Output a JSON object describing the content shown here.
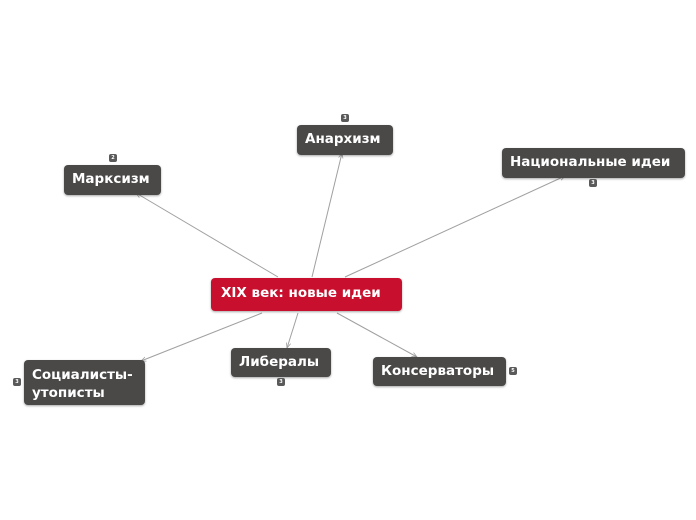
{
  "root": {
    "label": "XIX век: новые идеи",
    "color": "#c8102e"
  },
  "topic_color": "#4a4948",
  "topics": [
    {
      "id": "marxism",
      "label": "Марксизм",
      "count": "2"
    },
    {
      "id": "anarchism",
      "label": "Анархизм",
      "count": "3"
    },
    {
      "id": "national",
      "label": "Национальные идеи",
      "count": "3"
    },
    {
      "id": "socialists",
      "label": "Социалисты-утописты",
      "count": "3"
    },
    {
      "id": "liberals",
      "label": "Либералы",
      "count": "3"
    },
    {
      "id": "conservatives",
      "label": "Консерваторы",
      "count": "5"
    }
  ]
}
